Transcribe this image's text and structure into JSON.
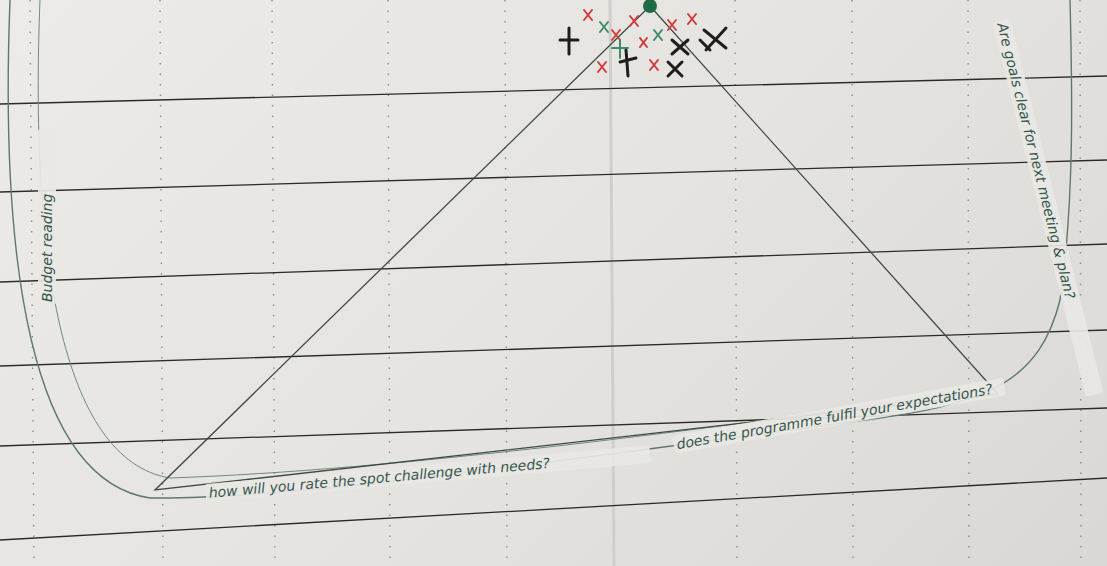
{
  "diagram": {
    "labels": [
      "Budget reading",
      "Are goals clear for next meeting & plan?",
      "how will you rate the spot challenge with needs?",
      "does the programme fulfil your expectations?"
    ]
  }
}
